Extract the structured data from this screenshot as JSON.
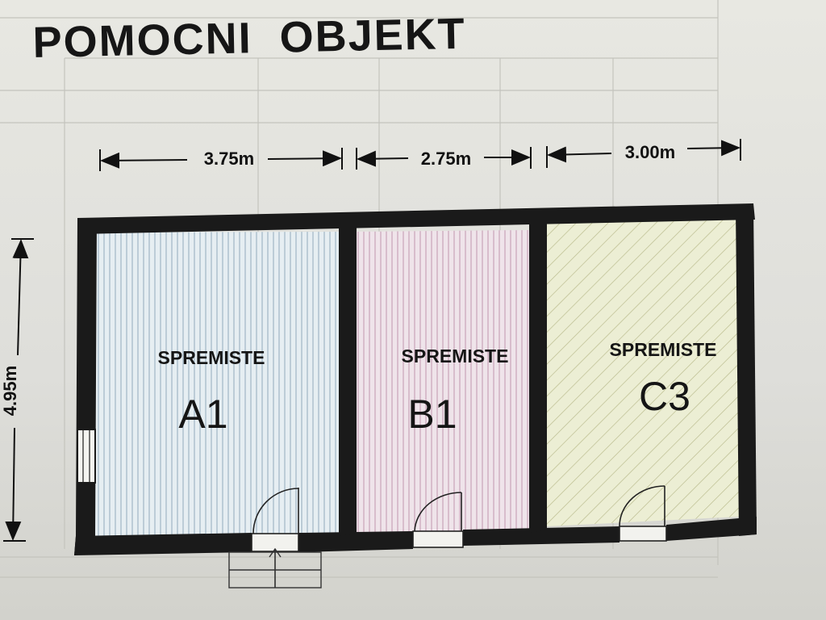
{
  "title": "POMOCNI  OBJEKT",
  "dimensions": {
    "width_a": "3.75m",
    "width_b": "2.75m",
    "width_c": "3.00m",
    "height": "4.95m"
  },
  "rooms": [
    {
      "label": "SPREMISTE",
      "code": "A1",
      "fill": "#e6eef2",
      "hatch": "#9fb4c4"
    },
    {
      "label": "SPREMISTE",
      "code": "B1",
      "fill": "#efe4ea",
      "hatch": "#c9a3b8"
    },
    {
      "label": "SPREMISTE",
      "code": "C3",
      "fill": "#eceed4",
      "hatch": "#b7b98a"
    }
  ],
  "colors": {
    "wall": "#1a1a1a",
    "line": "#222222",
    "paper": "#e4e4de"
  }
}
